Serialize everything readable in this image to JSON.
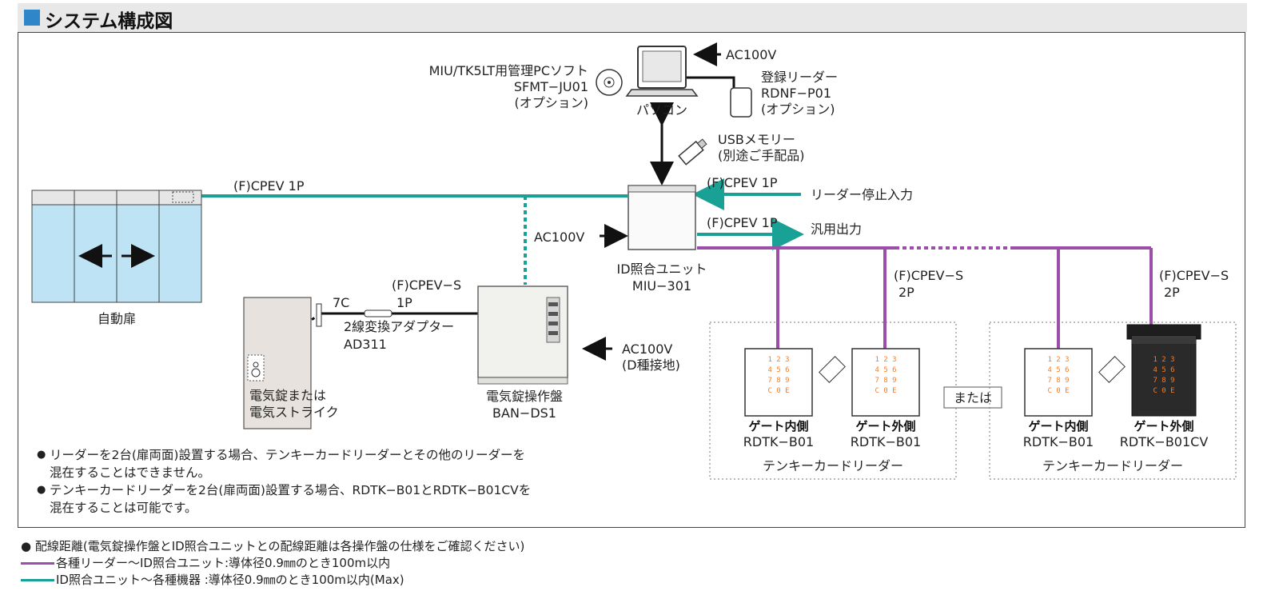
{
  "header": {
    "title": "システム構成図",
    "accent": "#2f86c8"
  },
  "colors": {
    "teal": "#1aa195",
    "purple": "#9b4fa9",
    "black": "#111111"
  },
  "pc": {
    "label": "パソコン",
    "power": "AC100V"
  },
  "software": {
    "line1": "MIU/TK5LT用管理PCソフト",
    "line2": "SFMT−JU01",
    "line3": "(オプション)"
  },
  "reg_reader": {
    "line1": "登録リーダー",
    "line2": "RDNF−P01",
    "line3": "(オプション)"
  },
  "usb": {
    "line1": "USBメモリー",
    "line2": "(別途ご手配品)"
  },
  "unit": {
    "line1": "ID照合ユニット",
    "line2": "MIU−301",
    "power": "AC100V"
  },
  "cables": {
    "door_to_unit": "(F)CPEV 1P",
    "stop_input_cable": "(F)CPEV 1P",
    "stop_input": "リーダー停止入力",
    "output_cable": "(F)CPEV 1P",
    "output": "汎用出力",
    "reader_cable_1": "(F)CPEV−S",
    "reader_cable_2": "2P",
    "reader_cable2_1": "(F)CPEV−S",
    "reader_cable2_2": "2P",
    "ban_cable_1": "(F)CPEV−S",
    "ban_cable_2": "1P"
  },
  "door": {
    "label": "自動扉"
  },
  "lock": {
    "line1": "電気錠または",
    "line2": "電気ストライク",
    "conn": "7C"
  },
  "adapter": {
    "line1": "2線変換アダプター",
    "line2": "AD311"
  },
  "ban": {
    "line1": "電気錠操作盤",
    "line2": "BAN−DS1",
    "power1": "AC100V",
    "power2": "(D種接地)"
  },
  "keypad_digits": {
    "row1": "1 2 3",
    "row2": "4 5 6",
    "row3": "7 8 9",
    "row4": "C 0 E"
  },
  "group1": {
    "caption": "テンキーカードリーダー",
    "inner_label": "ゲート内側",
    "inner_model": "RDTK−B01",
    "outer_label": "ゲート外側",
    "outer_model": "RDTK−B01"
  },
  "or_label": "または",
  "group2": {
    "caption": "テンキーカードリーダー",
    "inner_label": "ゲート内側",
    "inner_model": "RDTK−B01",
    "outer_label": "ゲート外側",
    "outer_model": "RDTK−B01CV"
  },
  "notes": {
    "n1_l1": "リーダーを2台(扉両面)設置する場合、テンキーカードリーダーとその他のリーダーを",
    "n1_l2": "混在することはできません。",
    "n2_l1": "テンキーカードリーダーを2台(扉両面)設置する場合、RDTK−B01とRDTK−B01CVを",
    "n2_l2": "混在することは可能です。"
  },
  "legend": {
    "title": "● 配線距離(電気錠操作盤とID照合ユニットとの配線距離は各操作盤の仕様をご確認ください)",
    "row1": "各種リーダー〜ID照合ユニット:導体径0.9㎜のとき100m以内",
    "row2": "ID照合ユニット〜各種機器 :導体径0.9㎜のとき100m以内(Max)"
  }
}
